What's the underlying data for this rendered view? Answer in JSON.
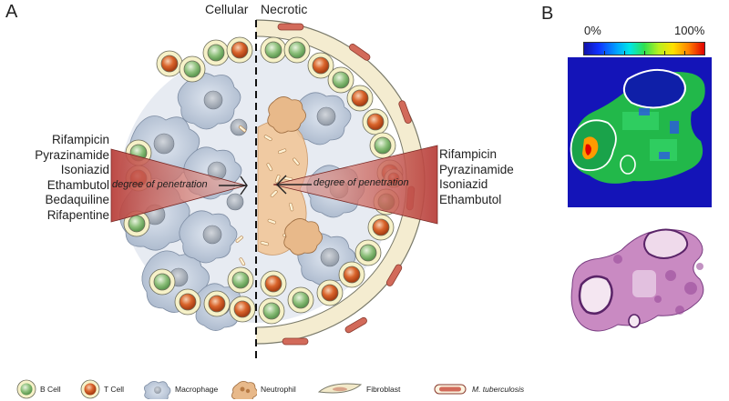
{
  "panels": {
    "a": "A",
    "b": "B"
  },
  "regions": {
    "left": "Cellular",
    "right": "Necrotic"
  },
  "drugs_left": [
    "Rifampicin",
    "Pyrazinamide",
    "Isoniazid",
    "Ethambutol",
    "Bedaquiline",
    "Rifapentine"
  ],
  "drugs_right": [
    "Rifampicin",
    "Pyrazinamide",
    "Isoniazid",
    "Ethambutol"
  ],
  "arrow_label": "degree of penetration",
  "colorbar": {
    "min_label": "0%",
    "max_label": "100%"
  },
  "legend": [
    {
      "label": "B Cell",
      "icon": "b-cell-icon"
    },
    {
      "label": "T Cell",
      "icon": "t-cell-icon"
    },
    {
      "label": "Macrophage",
      "icon": "macrophage-icon"
    },
    {
      "label": "Neutrophil",
      "icon": "neutrophil-icon"
    },
    {
      "label": "Fibroblast",
      "icon": "fibroblast-icon"
    },
    {
      "label": "M. tuberculosis",
      "icon": "mtb-icon"
    }
  ],
  "colors": {
    "b_cell": "#8cbf7a",
    "t_cell": "#d9642b",
    "macrophage": "#c7d1e0",
    "neutrophil": "#e8b98a",
    "fibroblast": "#f2e9c9",
    "arrow": "#c0504d",
    "heatmap_bg": "#1414b8"
  }
}
